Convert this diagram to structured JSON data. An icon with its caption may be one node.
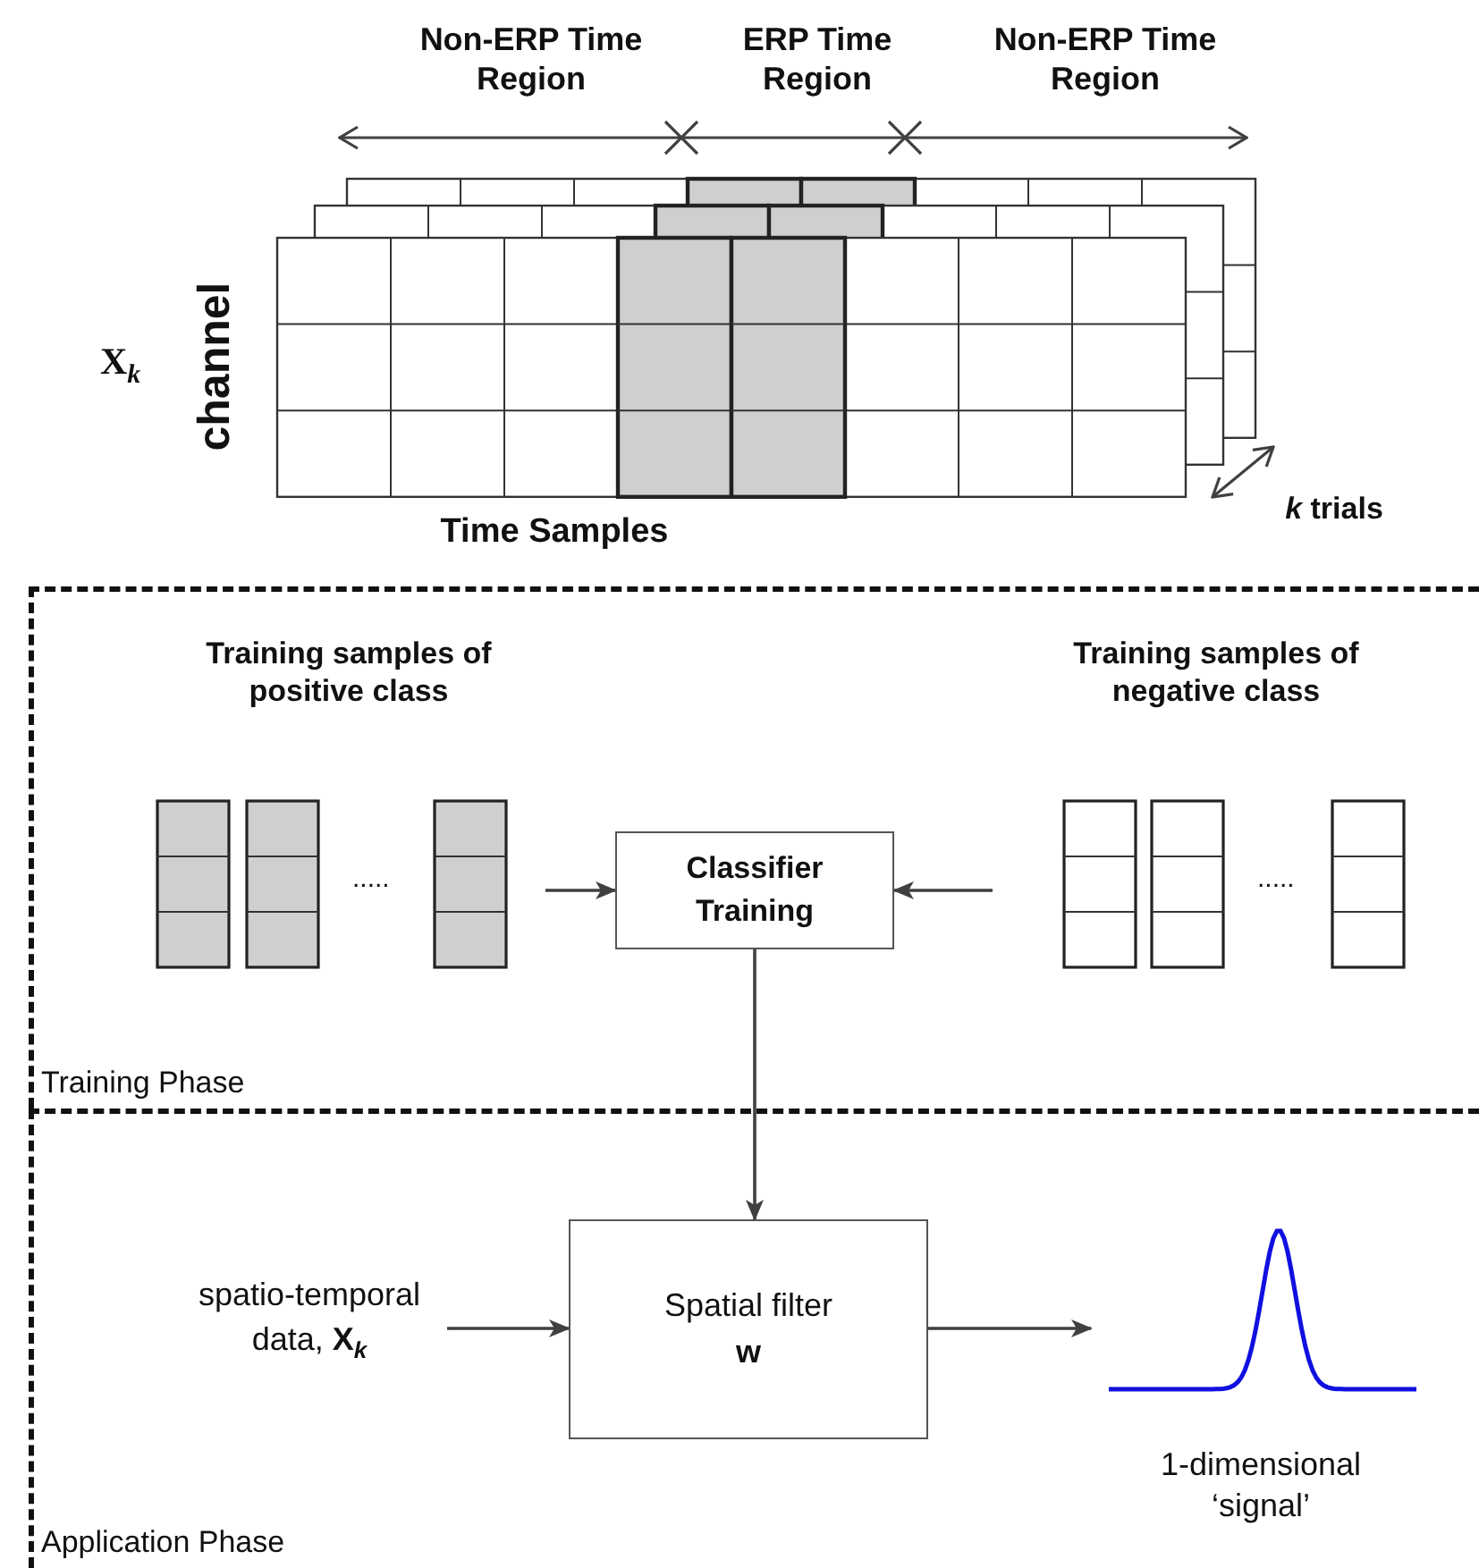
{
  "diagram": {
    "nodes": [
      {
        "text": [
          "Training Phase"
        ]
      },
      {
        "text": [
          "Training samples of positive class",
          "....."
        ],
        "in": 0
      },
      {
        "text": [
          "Classifier Training"
        ],
        "in": 0
      },
      {
        "text": [
          "Training samples of negative class",
          "....."
        ],
        "in": 0
      },
      {
        "text": [
          "Application Phase"
        ]
      },
      {
        "text": [
          "spatio-temporal data, **X**$_{k}$"
        ],
        "in": 4
      },
      {
        "text": [
          "Spatial filter",
          "w"
        ],
        "in": 4
      },
      {
        "text": [
          "1-dimensional ‘signal’"
        ],
        "in": 4
      }
    ],
    "edges": [
      {
        "from": 1,
        "to": 2,
        "arrow": "to"
      },
      {
        "from": 3,
        "to": 2,
        "arrow": "to"
      },
      {
        "from": 2,
        "to": 6,
        "arrow": "to"
      },
      {
        "from": 5,
        "to": 6,
        "arrow": "to"
      },
      {
        "from": 6,
        "to": 7,
        "arrow": "to"
      }
    ],
    "labels": [
      "Non-ERP Time Region",
      "ERP Time Region",
      "Non-ERP Time Region",
      "X$_{k}$",
      "channel",
      "Time Samples",
      "*k* trials"
    ]
  }
}
